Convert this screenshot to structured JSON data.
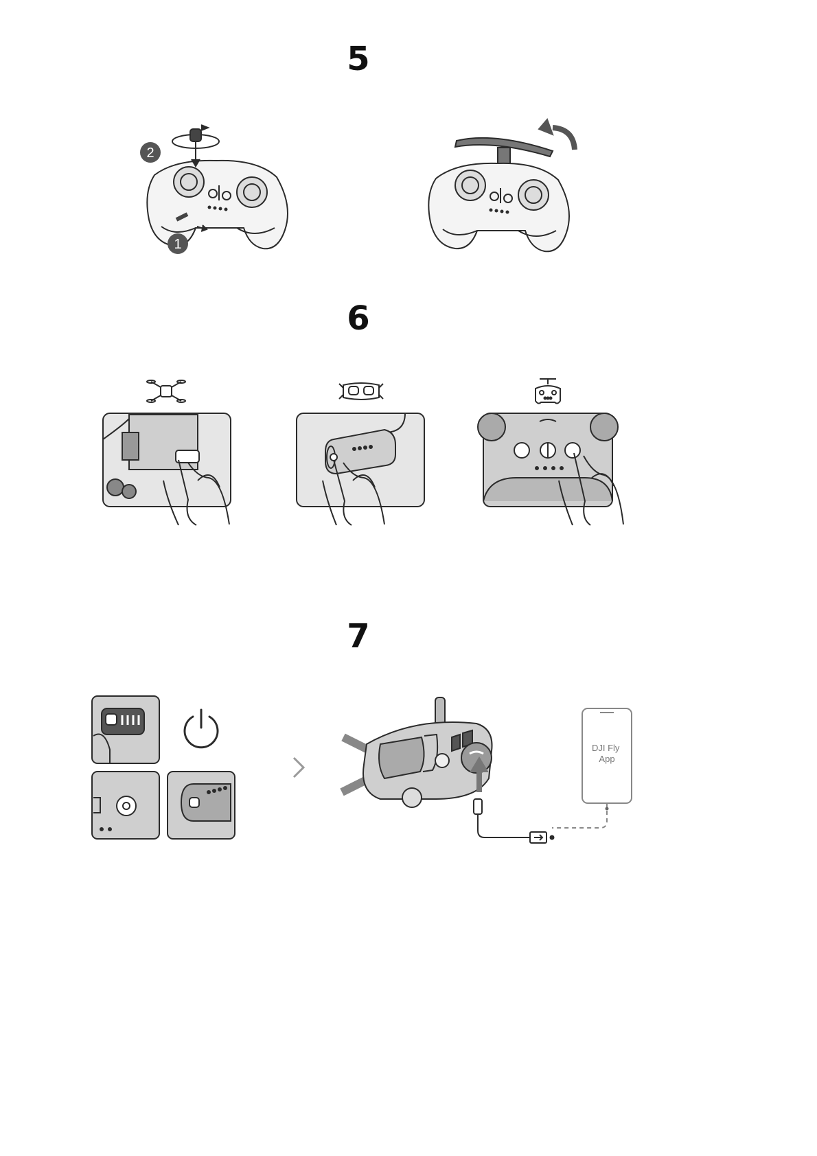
{
  "steps": [
    {
      "number": "5"
    },
    {
      "number": "6"
    },
    {
      "number": "7"
    }
  ],
  "step5": {
    "badge_1": "1",
    "badge_2": "2"
  },
  "step7": {
    "phone_app_label": "DJI Fly App"
  },
  "colors": {
    "ink": "#2b2b2b",
    "panel_fill": "#e9e9e9",
    "dark_gray": "#6d6d6d",
    "badge": "#555555"
  }
}
